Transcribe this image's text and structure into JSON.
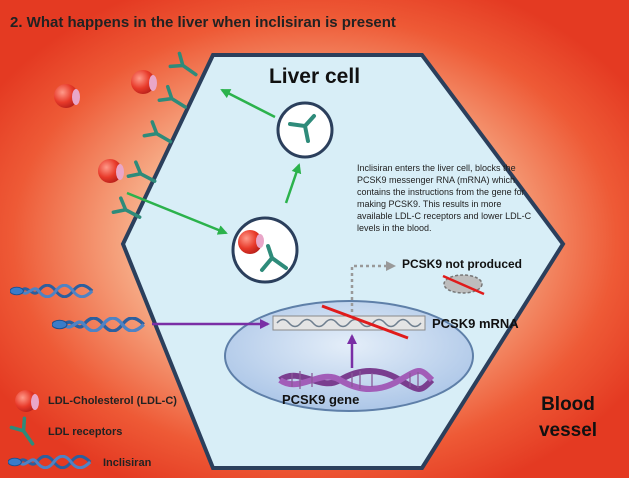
{
  "title": "2. What happens in the liver when inclisiran is present",
  "cell_title": "Liver cell",
  "description": "Inclisiran enters the liver cell, blocks the PCSK9 messenger RNA (mRNA) which contains the instructions from the gene for making PCSK9. This results in more available LDL-C receptors and lower LDL-C levels in the blood.",
  "labels": {
    "not_produced": "PCSK9 not produced",
    "mrna": "PCSK9 mRNA",
    "gene": "PCSK9 gene",
    "blood_vessel_line1": "Blood",
    "blood_vessel_line2": "vessel"
  },
  "legend": {
    "ldl_c": "LDL-Cholesterol (LDL-C)",
    "receptors": "LDL receptors",
    "inclisiran": "Inclisiran"
  },
  "colors": {
    "cell_fill": "#d8eef7",
    "cell_stroke": "#2b3f5c",
    "receptor": "#2e8b7a",
    "green_arrow": "#2bb24c",
    "purple_arrow": "#7a2ea5",
    "ldl_red": "#e83a2a",
    "ldl_pink": "#e9a6c8",
    "strand_blue": "#2c5f9e",
    "strike_red": "#e01b1b"
  }
}
